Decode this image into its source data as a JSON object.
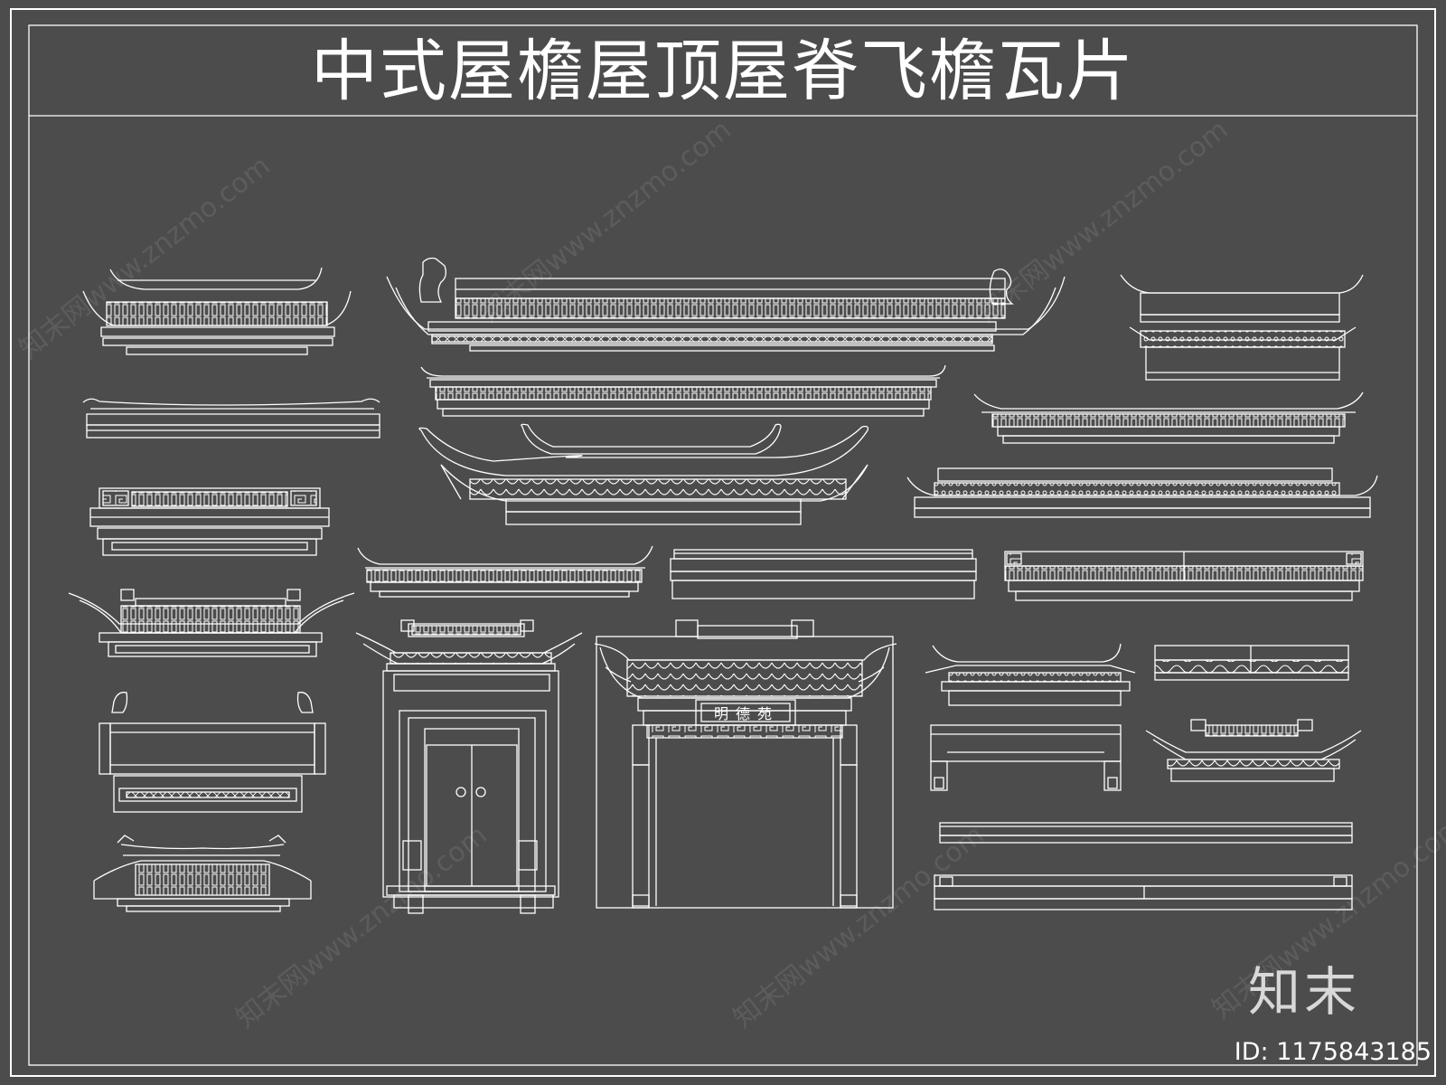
{
  "title": "中式屋檐屋顶屋脊飞檐瓦片",
  "brand": "知末",
  "asset_id": "ID: 1175843185",
  "plaque_text": "明德苑",
  "watermark_text": "知末网www.znzmo.com",
  "colors": {
    "background": "#4c4c4c",
    "line": "#ffffff"
  }
}
